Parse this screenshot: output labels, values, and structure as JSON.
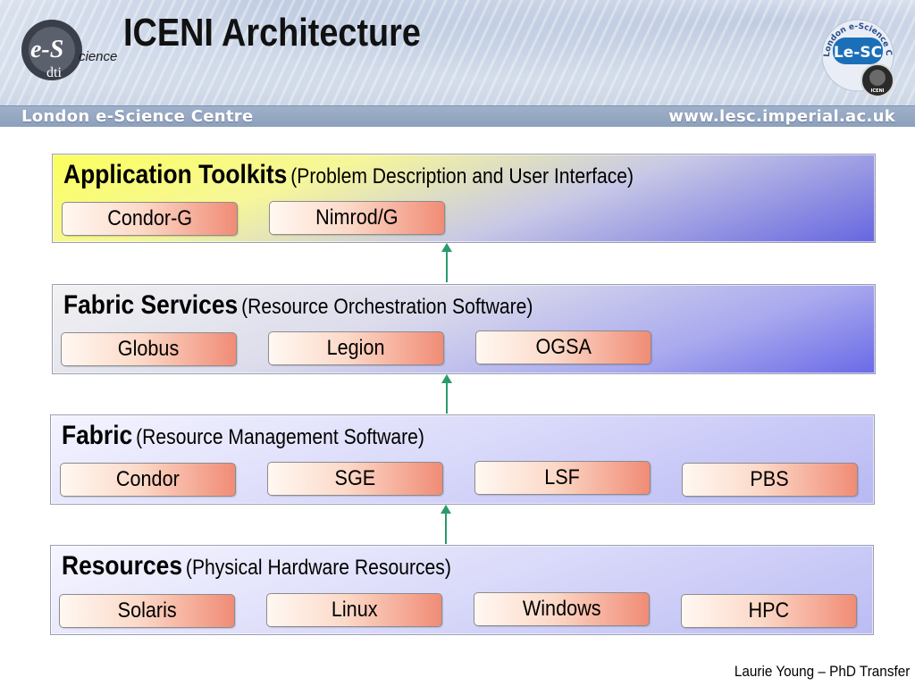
{
  "header": {
    "title": "ICENI Architecture",
    "band_left": "London e-Science Centre",
    "band_right": "www.lesc.imperial.ac.uk",
    "logo_left": {
      "big": "e-S",
      "small": "cience",
      "sub": "dti"
    },
    "logo_right": {
      "ring": "London e-Science Centre",
      "mark": "Le-SC",
      "badge": "ICENI"
    }
  },
  "layers": [
    {
      "name": "Application Toolkits",
      "subtitle": "(Problem Description and User Interface)",
      "items": [
        "Condor-G",
        "Nimrod/G"
      ]
    },
    {
      "name": "Fabric Services",
      "subtitle": "(Resource Orchestration Software)",
      "items": [
        "Globus",
        "Legion",
        "OGSA"
      ]
    },
    {
      "name": "Fabric",
      "subtitle": "(Resource Management Software)",
      "items": [
        "Condor",
        "SGE",
        "LSF",
        "PBS"
      ]
    },
    {
      "name": "Resources",
      "subtitle": "(Physical Hardware Resources)",
      "items": [
        "Solaris",
        "Linux",
        "Windows",
        "HPC"
      ]
    }
  ],
  "footer": "Laurie Young – PhD Transfer",
  "colors": {
    "arrow": "#2a9b6b",
    "band": "#8c9fbb",
    "chip_accent": "#f08c76"
  }
}
